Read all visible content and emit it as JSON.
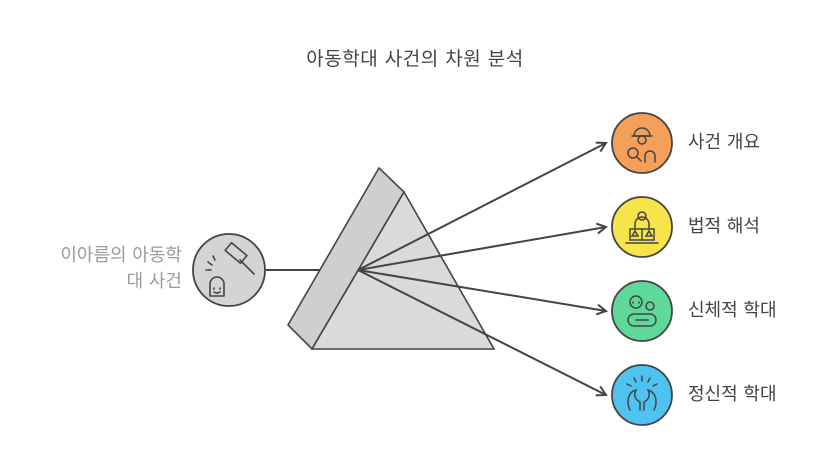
{
  "title": "아동학대 사건의 차원 분석",
  "source": {
    "label": "이아름의 아동학\n대 사건",
    "icon": "gavel-icon"
  },
  "outputs": [
    {
      "label": "사건 개요",
      "icon": "detective-icon",
      "color": "#f5a05a"
    },
    {
      "label": "법적 해석",
      "icon": "scales-icon",
      "color": "#f7e34a"
    },
    {
      "label": "신체적 학대",
      "icon": "injured-person-icon",
      "color": "#5fd99a"
    },
    {
      "label": "정신적 학대",
      "icon": "stressed-head-icon",
      "color": "#4fc3f0"
    }
  ]
}
